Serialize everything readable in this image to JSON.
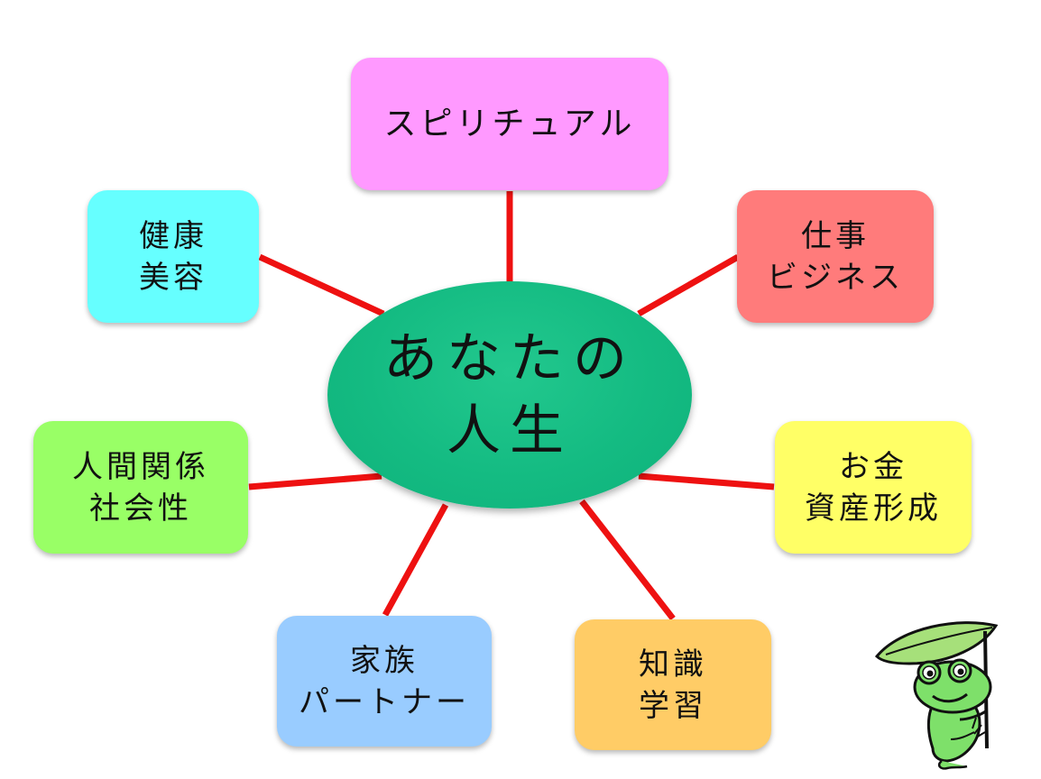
{
  "center": {
    "line1": "あなたの",
    "line2": "人生",
    "color": "#14bb82"
  },
  "connector_color": "#ee1111",
  "nodes": [
    {
      "id": "spiritual",
      "lines": [
        "スピリチュアル"
      ],
      "color": "#ff99ff"
    },
    {
      "id": "health",
      "lines": [
        "健康",
        "美容"
      ],
      "color": "#66ffff"
    },
    {
      "id": "work",
      "lines": [
        "仕事",
        "ビジネス"
      ],
      "color": "#ff7b7b"
    },
    {
      "id": "relationships",
      "lines": [
        "人間関係",
        "社会性"
      ],
      "color": "#99ff66"
    },
    {
      "id": "money",
      "lines": [
        "お金",
        "資産形成"
      ],
      "color": "#ffff66"
    },
    {
      "id": "family",
      "lines": [
        "家族",
        "パートナー"
      ],
      "color": "#99ccff"
    },
    {
      "id": "knowledge",
      "lines": [
        "知識",
        "学習"
      ],
      "color": "#ffcc66"
    }
  ],
  "illustration": {
    "icon": "frog-with-leaf-umbrella-icon"
  }
}
